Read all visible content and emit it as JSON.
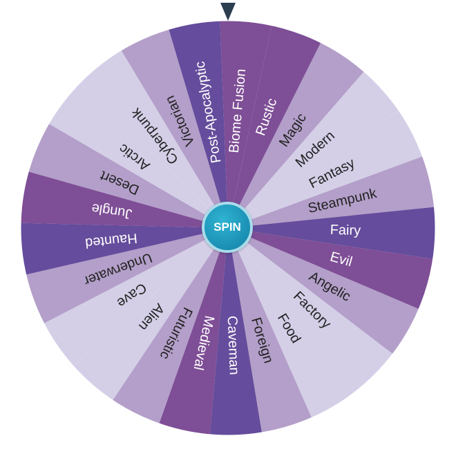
{
  "wheel": {
    "spin_label": "SPIN",
    "pointer_icon": "triangle-down-icon",
    "palette": {
      "light": "#d4cfe7",
      "lavender": "#b39fc9",
      "plum": "#7e4e96",
      "violet": "#654c9c",
      "text_dark": "#222222",
      "text_light": "#ffffff",
      "hub": "#1a8fb3",
      "hub_ring": "#a9dbea",
      "pointer": "#2c3e50"
    },
    "segments": [
      {
        "label": "Biome Fusion",
        "color": "#7e4e96",
        "text_color": "#ffffff"
      },
      {
        "label": "Rustic",
        "color": "#7e4e96",
        "text_color": "#ffffff"
      },
      {
        "label": "Magic",
        "color": "#b39fc9",
        "text_color": "#222222"
      },
      {
        "label": "Modern",
        "color": "#d4cfe7",
        "text_color": "#222222"
      },
      {
        "label": "Fantasy",
        "color": "#d4cfe7",
        "text_color": "#222222"
      },
      {
        "label": "Steampunk",
        "color": "#b39fc9",
        "text_color": "#222222"
      },
      {
        "label": "Fairy",
        "color": "#654c9c",
        "text_color": "#ffffff"
      },
      {
        "label": "Evil",
        "color": "#7e4e96",
        "text_color": "#ffffff"
      },
      {
        "label": "Angelic",
        "color": "#b39fc9",
        "text_color": "#222222"
      },
      {
        "label": "Factory",
        "color": "#d4cfe7",
        "text_color": "#222222"
      },
      {
        "label": "Food",
        "color": "#d4cfe7",
        "text_color": "#222222"
      },
      {
        "label": "Foreign",
        "color": "#b39fc9",
        "text_color": "#222222"
      },
      {
        "label": "Caveman",
        "color": "#654c9c",
        "text_color": "#ffffff"
      },
      {
        "label": "Medieval",
        "color": "#7e4e96",
        "text_color": "#ffffff"
      },
      {
        "label": "Futuristic",
        "color": "#b39fc9",
        "text_color": "#222222"
      },
      {
        "label": "Alien",
        "color": "#d4cfe7",
        "text_color": "#222222"
      },
      {
        "label": "Cave",
        "color": "#d4cfe7",
        "text_color": "#222222"
      },
      {
        "label": "Underwater",
        "color": "#b39fc9",
        "text_color": "#222222"
      },
      {
        "label": "Haunted",
        "color": "#654c9c",
        "text_color": "#ffffff"
      },
      {
        "label": "Jungle",
        "color": "#7e4e96",
        "text_color": "#ffffff"
      },
      {
        "label": "Desert",
        "color": "#b39fc9",
        "text_color": "#222222"
      },
      {
        "label": "Arctic",
        "color": "#d4cfe7",
        "text_color": "#222222"
      },
      {
        "label": "Cyberpunk",
        "color": "#d4cfe7",
        "text_color": "#222222"
      },
      {
        "label": "Victorian",
        "color": "#b39fc9",
        "text_color": "#222222"
      },
      {
        "label": "Post-Apocalyptic",
        "color": "#654c9c",
        "text_color": "#ffffff"
      }
    ]
  }
}
